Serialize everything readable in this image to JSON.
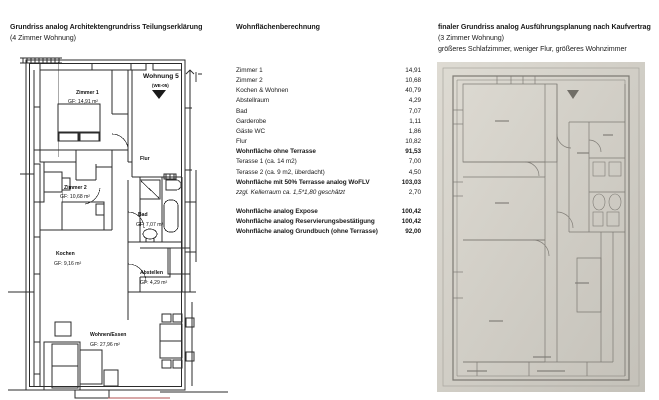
{
  "left_panel": {
    "heading": "Grundriss analog Architektengrundriss Teilungserklärung",
    "subheading": "(4 Zimmer Wohnung)",
    "plan": {
      "unit_label": "Wohnung 5",
      "unit_code": "(WE-05)",
      "rooms": [
        {
          "name": "Zimmer 1",
          "area": "GF: 14,91 m²"
        },
        {
          "name": "Zimmer 2",
          "area": "GF: 10,68 m²"
        },
        {
          "name": "Kochen",
          "area": "GF: 9,16 m²"
        },
        {
          "name": "Bad",
          "area": "GF: 7,07 m²"
        },
        {
          "name": "Abstellen",
          "area": "GF: 4,29 m²"
        },
        {
          "name": "Wohnen/Essen",
          "area": "GF:    27,96 m²"
        }
      ],
      "hall_label": "Flur"
    }
  },
  "middle_panel": {
    "heading": "Wohnflächenberechnung",
    "rows": [
      {
        "label": "Zimmer 1",
        "value": "14,91",
        "bold": false,
        "italic": false
      },
      {
        "label": "Zimmer 2",
        "value": "10,68",
        "bold": false,
        "italic": false
      },
      {
        "label": "Kochen & Wohnen",
        "value": "40,79",
        "bold": false,
        "italic": false
      },
      {
        "label": "Abstellraum",
        "value": "4,29",
        "bold": false,
        "italic": false
      },
      {
        "label": "Bad",
        "value": "7,07",
        "bold": false,
        "italic": false
      },
      {
        "label": "Garderobe",
        "value": "1,11",
        "bold": false,
        "italic": false
      },
      {
        "label": "Gäste WC",
        "value": "1,86",
        "bold": false,
        "italic": false
      },
      {
        "label": "Flur",
        "value": "10,82",
        "bold": false,
        "italic": false
      },
      {
        "label": "Wohnfläche ohne Terrasse",
        "value": "91,53",
        "bold": true,
        "italic": false
      },
      {
        "label": "Terasse 1 (ca. 14 m2)",
        "value": "7,00",
        "bold": false,
        "italic": false
      },
      {
        "label": "Terasse 2 (ca. 9 m2, überdacht)",
        "value": "4,50",
        "bold": false,
        "italic": false
      },
      {
        "label": "Wohnfläche mit 50% Terrasse analog WoFLV",
        "value": "103,03",
        "bold": true,
        "italic": false
      },
      {
        "label": "zzgl. Kellerraum ca. 1,5*1,80 geschätzt",
        "value": "2,70",
        "bold": false,
        "italic": true
      },
      {
        "label": "",
        "value": "",
        "spacer": true
      },
      {
        "label": "Wohnfläche analog Expose",
        "value": "100,42",
        "bold": true,
        "italic": false
      },
      {
        "label": "Wohnfläche analog Reservierungsbestätigung",
        "value": "100,42",
        "bold": true,
        "italic": false
      },
      {
        "label": "Wohnfläche analog Grundbuch (ohne Terrasse)",
        "value": "92,00",
        "bold": true,
        "italic": false
      }
    ]
  },
  "right_panel": {
    "heading": "finaler Grundriss analog Ausführungsplanung nach Kaufvertrag",
    "subheading": "(3 Zimmer Wohnung)",
    "note": "größeres Schlafzimmer, weniger Flur, größeres Wohnzimmer",
    "photo_alt": "photographed construction floor plan drawing"
  },
  "colors": {
    "text": "#1a1a1a",
    "plan_line": "#2b2b2b",
    "photo_paper": "#cfccc4"
  }
}
